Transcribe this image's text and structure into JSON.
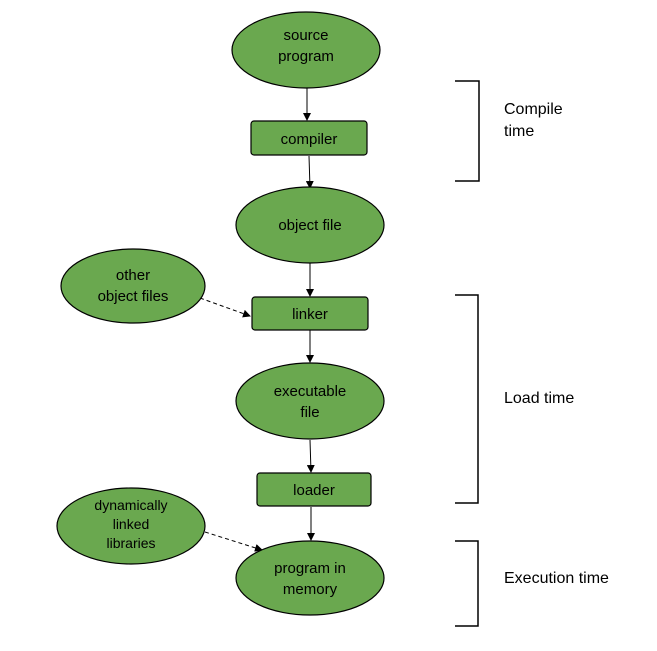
{
  "nodes": {
    "source_program": [
      "source",
      "program"
    ],
    "compiler": "compiler",
    "object_file": "object file",
    "other_object_files": [
      "other",
      "object files"
    ],
    "linker": "linker",
    "executable_file": [
      "executable",
      "file"
    ],
    "loader": "loader",
    "dynamically_linked_libraries": [
      "dynamically",
      "linked",
      "libraries"
    ],
    "program_in_memory": [
      "program in",
      "memory"
    ]
  },
  "phases": {
    "compile_time": [
      "Compile",
      "time"
    ],
    "load_time": "Load time",
    "execution_time": "Execution time"
  },
  "colors": {
    "node_fill": "#6aa84f",
    "stroke": "#000000"
  }
}
